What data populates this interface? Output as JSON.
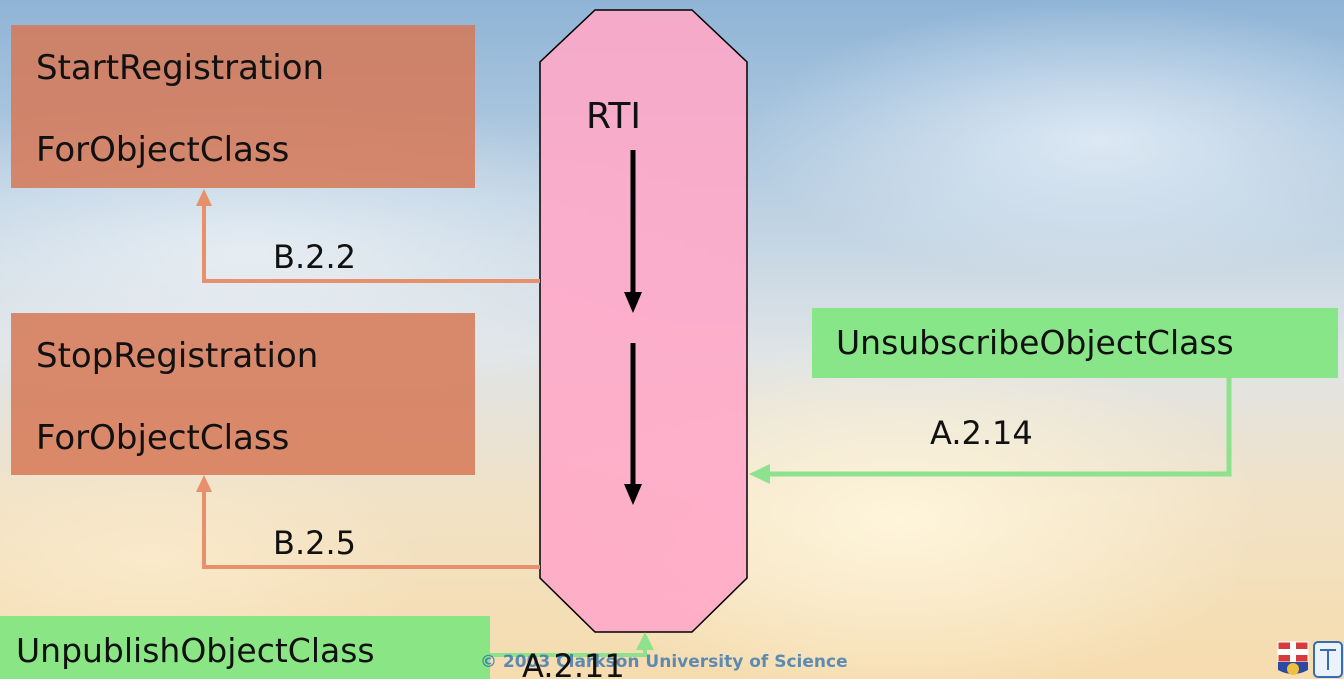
{
  "rti": {
    "label": "RTI"
  },
  "boxes": {
    "start_registration": {
      "line1": "StartRegistration",
      "line2": "ForObjectClass"
    },
    "stop_registration": {
      "line1": "StopRegistration",
      "line2": "ForObjectClass"
    },
    "unsubscribe": {
      "label": "UnsubscribeObjectClass"
    },
    "unpublish": {
      "label": "UnpublishObjectClass"
    }
  },
  "arrows": {
    "b22": "B.2.2",
    "b25": "B.2.5",
    "a214": "A.2.14",
    "a211": "A.2.11"
  },
  "footer": {
    "text": "© 2003 Clarkson University of Science"
  },
  "colors": {
    "rti_fill": "#ffa8c8",
    "orange_box": "#d67856",
    "green_box": "#80e680",
    "orange_arrow": "#e8906c",
    "green_arrow": "#8ee28e"
  },
  "icons": {
    "crest": "university-crest-icon"
  }
}
